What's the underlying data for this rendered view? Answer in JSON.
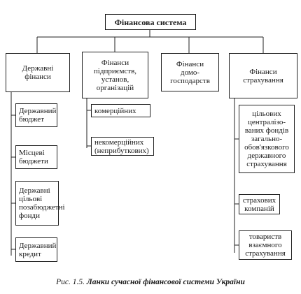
{
  "root": "Фінансова система",
  "categories": [
    {
      "label": "Державні\nфінанси",
      "children": [
        "Державний\nбюджет",
        "Місцеві\nбюджети",
        "Державні\nцільові\nпозабюджетні\nфонди",
        "Державний\nкредит"
      ]
    },
    {
      "label": "Фінанси\nпідприємств,\nустанов,\nорганізацій",
      "children": [
        "комерційних",
        "некомерційних\n(неприбуткових)"
      ]
    },
    {
      "label": "Фінанси\nдомо-\nгосподарств",
      "children": []
    },
    {
      "label": "Фінанси\nстрахування",
      "children": [
        "цільових\nцентралізо-\nваних фондів\nзагально-\nобов'язкового\nдержавного\nстрахування",
        "страхових\nкомпаній",
        "товариств\nвзаємного\nстрахування"
      ]
    }
  ],
  "caption": {
    "prefix": "Рис. 1.5.",
    "text": "Ланки сучасної фінансової системи України"
  }
}
